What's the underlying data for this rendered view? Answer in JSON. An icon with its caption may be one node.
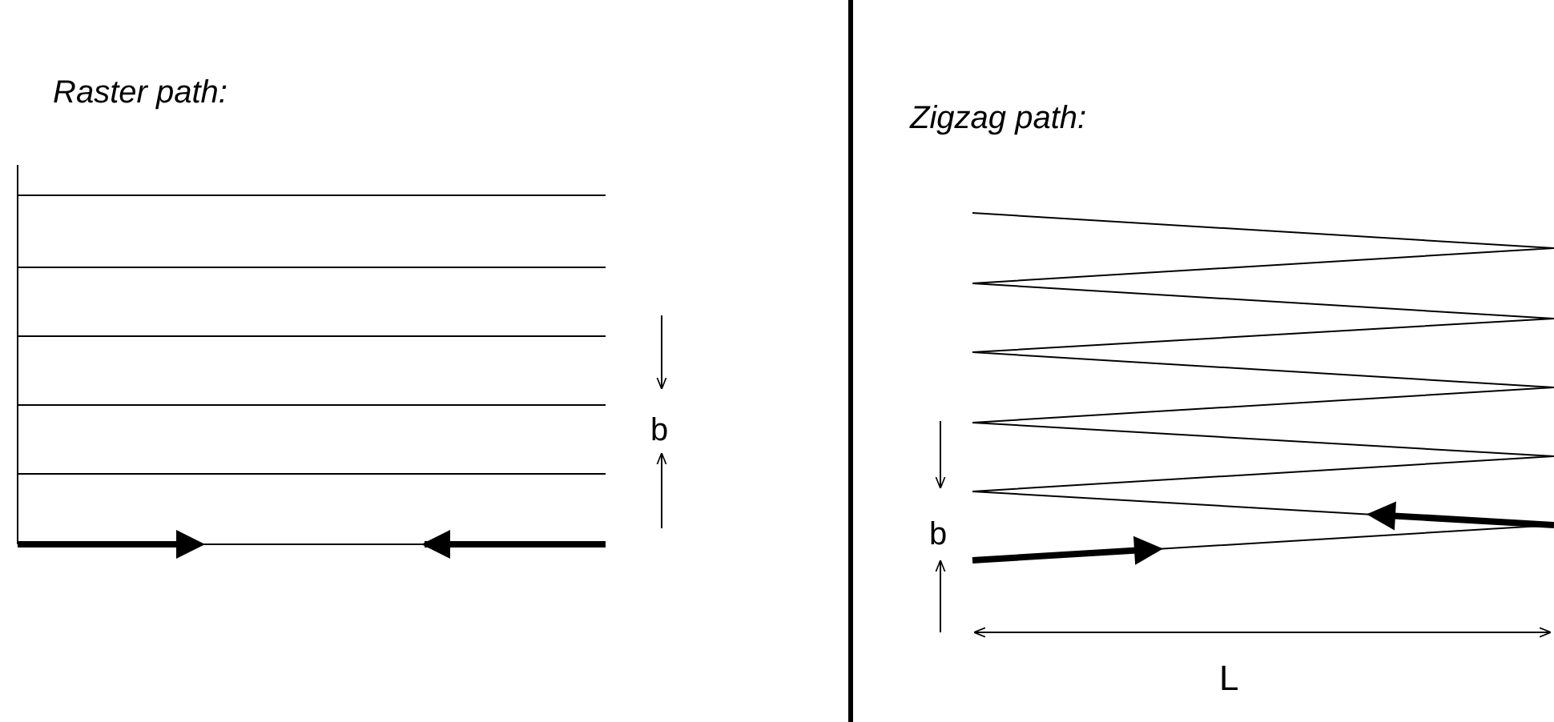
{
  "diagram": {
    "labels": [
      "Raster path:",
      "Zigzag path:",
      "b",
      "b",
      "L"
    ]
  }
}
